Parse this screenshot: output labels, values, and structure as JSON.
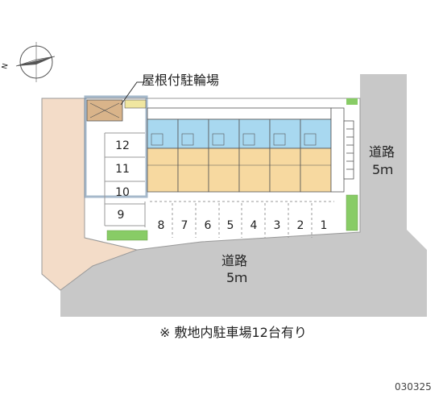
{
  "labels": {
    "bike_parking": "屋根付駐輪場",
    "road_right_name": "道路",
    "road_right_width": "5ｍ",
    "road_bottom_name": "道路",
    "road_bottom_width": "5ｍ",
    "note": "※ 敷地内駐車場12台有り",
    "code": "030325"
  },
  "compass": {
    "north_label": "N"
  },
  "parking": {
    "left_column": [
      "12",
      "11",
      "10",
      "9"
    ],
    "bottom_row": [
      "8",
      "7",
      "6",
      "5",
      "4",
      "3",
      "2",
      "1"
    ]
  },
  "colors": {
    "road": "#c8c8c8",
    "lot_area": "#f3dcc8",
    "building_unit": "#f7d9a0",
    "building_bath": "#a8d8f0",
    "greenery": "#88cc66",
    "bike_shed": "#d9b48a"
  }
}
